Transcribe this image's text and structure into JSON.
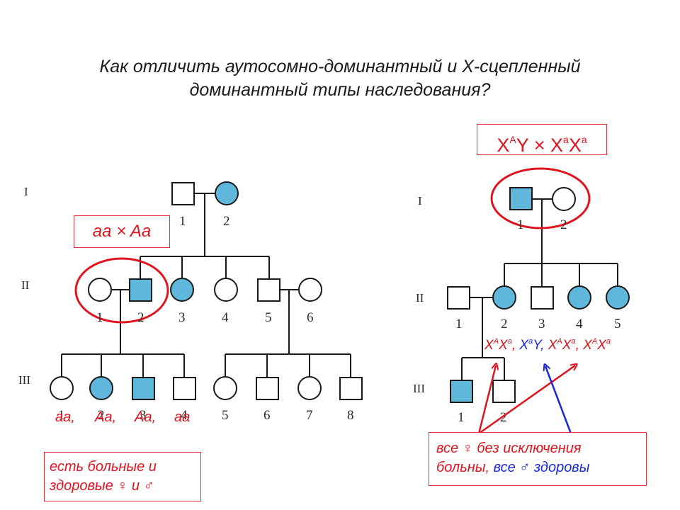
{
  "title": {
    "line1": "Как отличить аутосомно-доминантный и Х-сцепленный",
    "line2": "доминантный типы наследования?"
  },
  "colors": {
    "affected": "#5fb8dc",
    "line": "#1a1a1a",
    "red": "#e0141e",
    "blue": "#1a2ad8"
  },
  "left_pedigree": {
    "generations": [
      "I",
      "II",
      "III"
    ],
    "gen1_numbers": [
      "1",
      "2"
    ],
    "gen2_numbers": [
      "1",
      "2",
      "3",
      "4",
      "5",
      "6"
    ],
    "gen3_numbers": [
      "1",
      "2",
      "3",
      "4",
      "5",
      "6",
      "7",
      "8"
    ],
    "cross_label": "aa × Aa",
    "genotypes": [
      "aa,",
      "Aa,",
      "Aa,",
      "aa"
    ],
    "note_line1": "есть больные и",
    "note_line2": "здоровые ♀ и ♂"
  },
  "right_pedigree": {
    "generations": [
      "I",
      "II",
      "III"
    ],
    "gen1_numbers": [
      "1",
      "2"
    ],
    "gen2_numbers": [
      "1",
      "2",
      "3",
      "4",
      "5"
    ],
    "gen3_numbers": [
      "1",
      "2"
    ],
    "cross": {
      "p1_base": "X",
      "p1_sup": "A",
      "p1_y": "Y",
      "times": "×",
      "p2_base1": "X",
      "p2_sup1": "a",
      "p2_base2": "X",
      "p2_sup2": "a"
    },
    "genotypes": {
      "g2_a": "X",
      "g2_a_sup": "A",
      "g2_b": "X",
      "g2_b_sup": "a",
      "sep1": ",",
      "g3_a": "X",
      "g3_a_sup": "a",
      "g3_y": "Y",
      "sep2": ",",
      "g4_a": "X",
      "g4_a_sup": "A",
      "g4_b": "X",
      "g4_b_sup": "a",
      "sep3": ",",
      "g5_a": "X",
      "g5_a_sup": "A",
      "g5_b": "X",
      "g5_b_sup": "a"
    },
    "note_red_line1": "все ♀ без исключения",
    "note_red_line2": "больны,",
    "note_blue_line2": "все ♂ здоровы"
  }
}
